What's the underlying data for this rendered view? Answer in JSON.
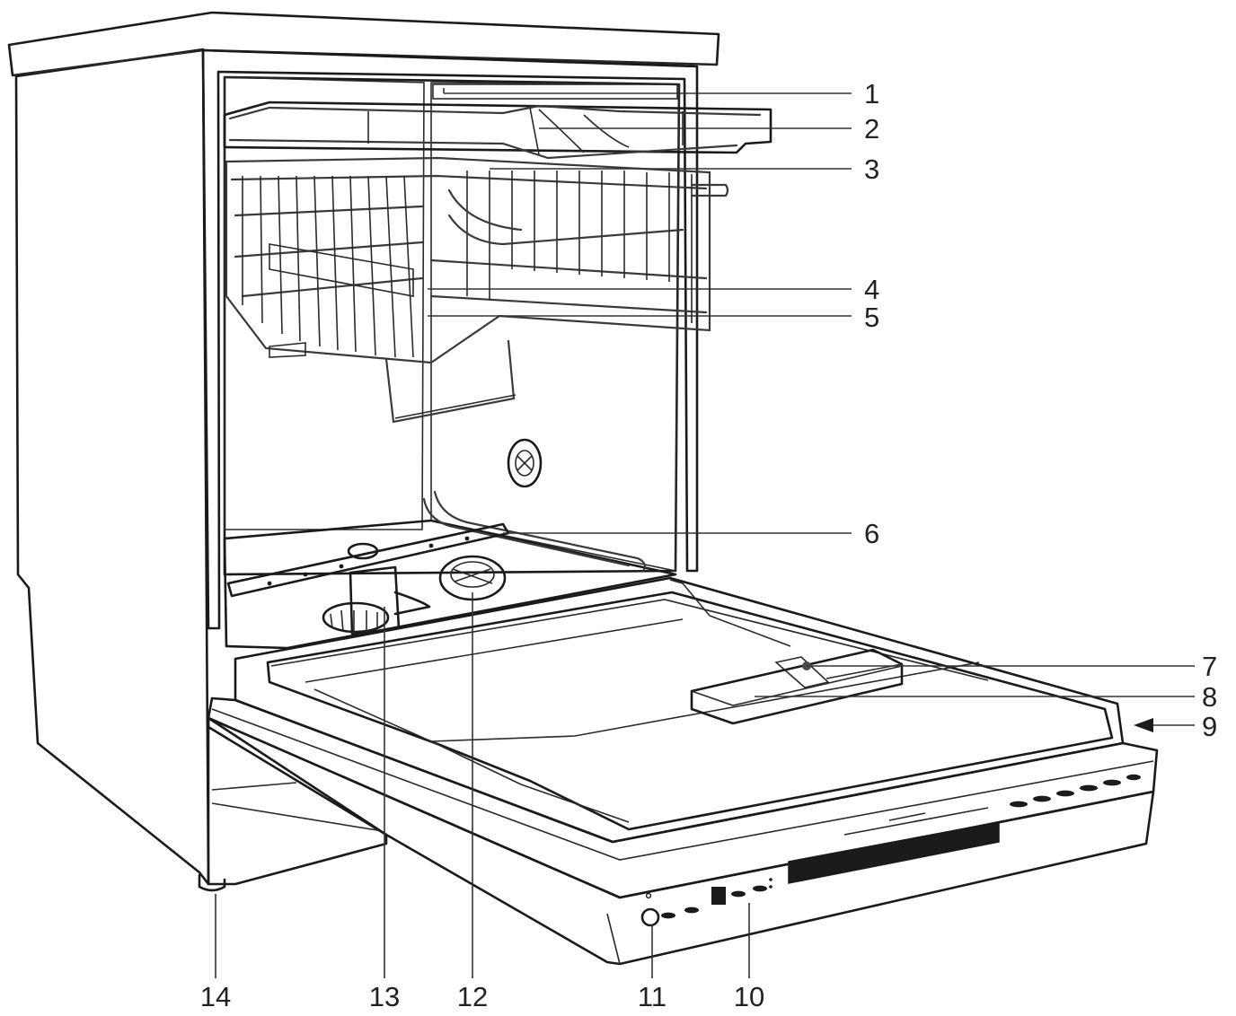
{
  "diagram": {
    "colors": {
      "outline": "#1a1a1a",
      "cabinet": "#ebebeb",
      "cabinet_side": "#dcdcdc",
      "interior": "#c8c8c8",
      "interior_dark": "#b3b3b3",
      "door": "#f2f2f2",
      "display": "#1b1b1b",
      "label_text": "#222222"
    },
    "callouts": [
      "1",
      "2",
      "3",
      "4",
      "5",
      "6",
      "7",
      "8",
      "9",
      "10",
      "11",
      "12",
      "13",
      "14"
    ]
  }
}
